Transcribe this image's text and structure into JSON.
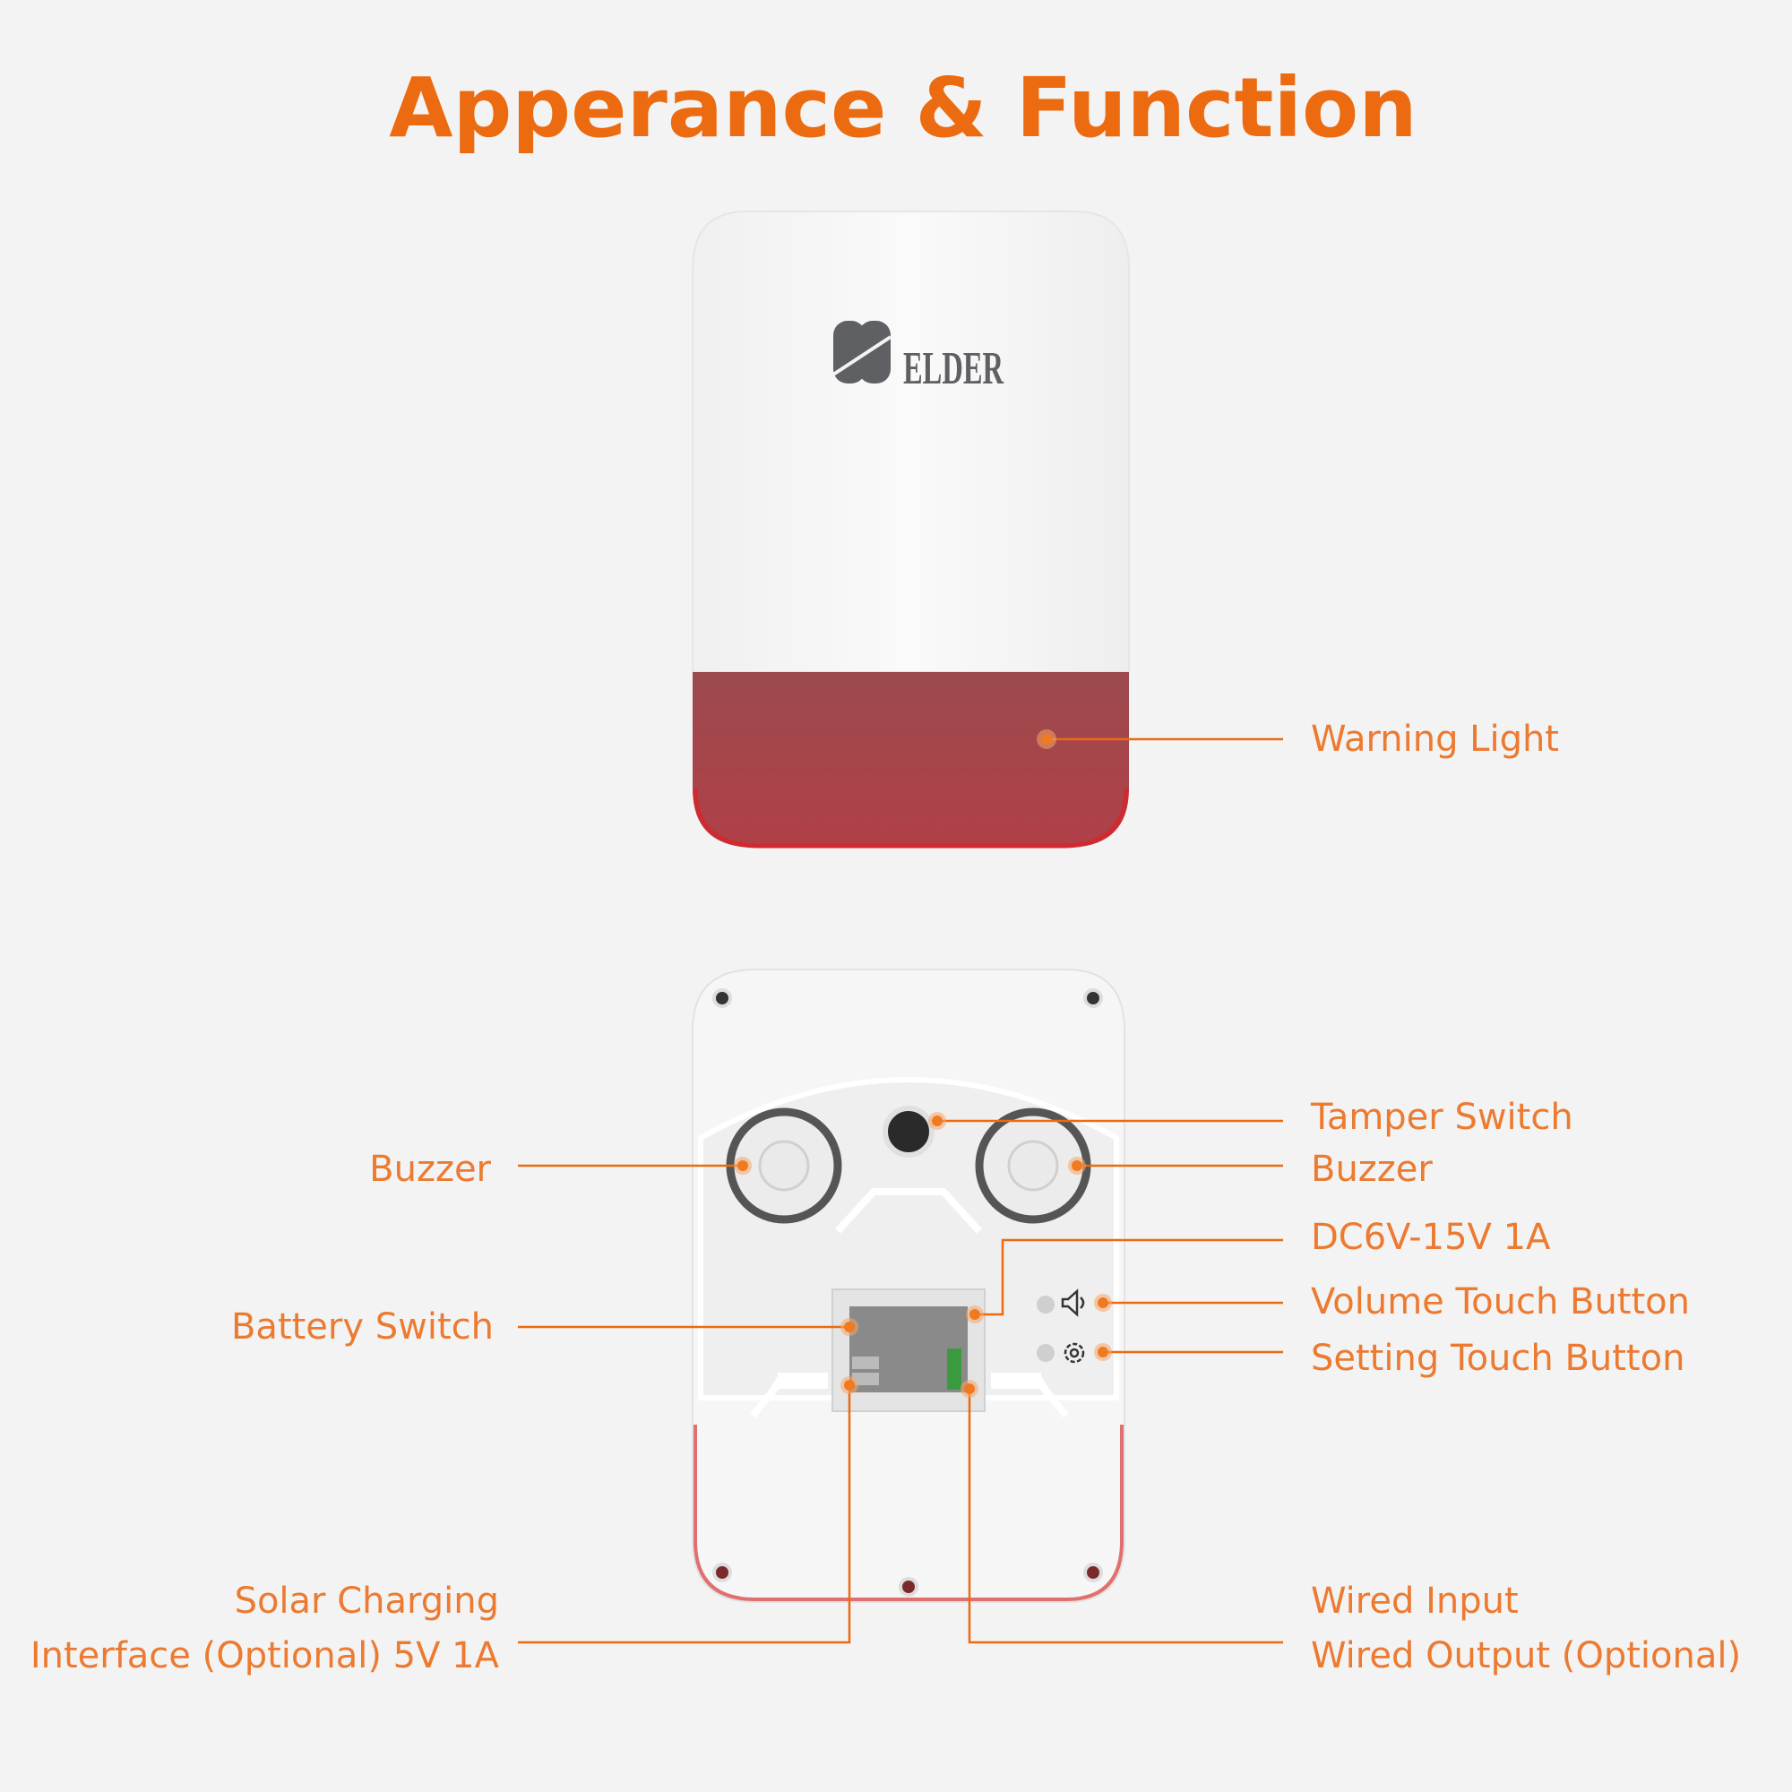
{
  "title": "Apperance & Function",
  "logo": {
    "text": "ELDER",
    "mark": "double-B monogram"
  },
  "front_labels": {
    "warning_light": "Warning Light"
  },
  "back_labels": {
    "tamper_switch": "Tamper Switch",
    "buzzer_right": "Buzzer",
    "dc_input": "DC6V-15V 1A",
    "volume_button": "Volume Touch Button",
    "setting_button": "Setting Touch Button",
    "wired_input": "Wired Input",
    "wired_output": "Wired Output (Optional)",
    "buzzer_left": "Buzzer",
    "battery_switch": "Battery Switch",
    "solar_line1": "Solar Charging",
    "solar_line2": "Interface (Optional) 5V 1A"
  },
  "icons": {
    "volume": "speaker-icon",
    "setting": "gear-icon"
  },
  "colors": {
    "accent": "#ec6a10",
    "label": "#ec7a30",
    "warning_light": "#9a4448",
    "background": "#f3f3f3"
  }
}
